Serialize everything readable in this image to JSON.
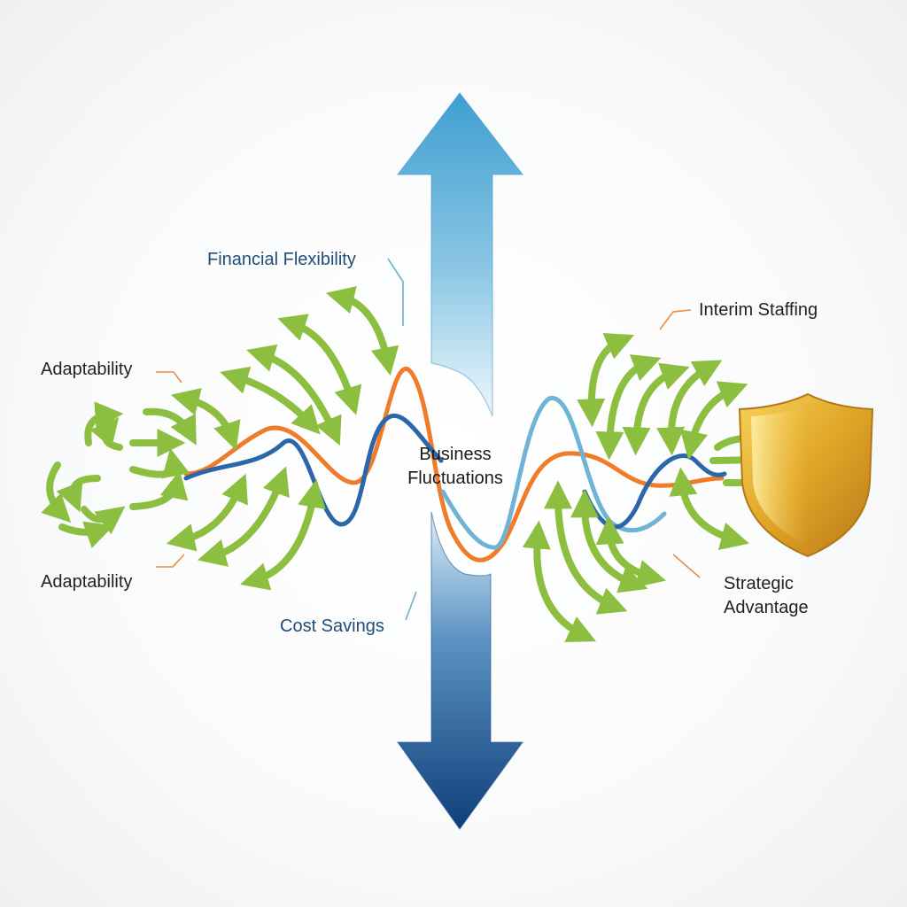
{
  "labels": {
    "financial_flexibility": "Financial Flexibility",
    "adaptability_top": "Adaptability",
    "adaptability_bottom": "Adaptability",
    "interim_staffing": "Interim Staffing",
    "business_fluctuations_line1": "Business",
    "business_fluctuations_line2": "Fluctuations",
    "cost_savings": "Cost Savings",
    "strategic_advantage_line1": "Strategic",
    "strategic_advantage_line2": "Advantage"
  },
  "colors": {
    "arrow_up_top": "#3f9fd0",
    "arrow_up_bottom": "#e6f3fa",
    "arrow_down_top": "#d6e8f4",
    "arrow_down_bottom": "#0f3f78",
    "green_arrow": "#8cbf3f",
    "orange_wave": "#f07c2a",
    "blue_wave": "#2a66a8",
    "light_blue_wave": "#6fb3d6",
    "shield_gold": "#e0a526",
    "leader_orange": "#f08a3a",
    "leader_blue": "#6ab0d0"
  },
  "icons": {
    "vertical_arrow": "double-vertical-arrow-icon",
    "green_arrows": "curved-green-arrow-icon",
    "shield": "gold-shield-icon"
  }
}
